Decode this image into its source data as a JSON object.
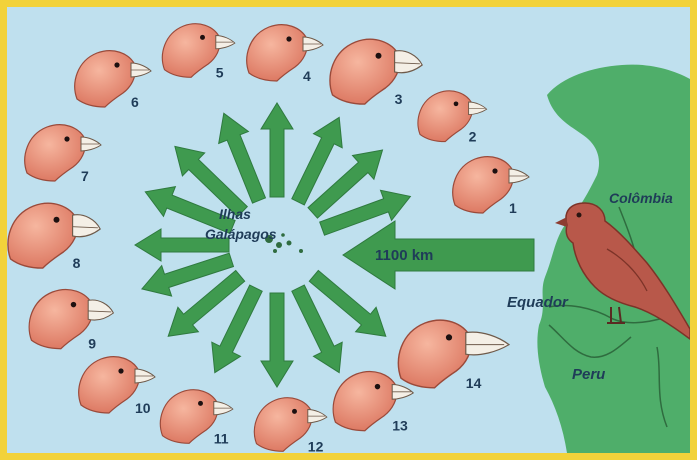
{
  "labels": {
    "islands_line1": "Ilhas",
    "islands_line2": "Galápagos",
    "distance": "1100 km",
    "colombia": "Colômbia",
    "ecuador": "Equador",
    "peru": "Peru"
  },
  "finch_numbers": [
    "1",
    "2",
    "3",
    "4",
    "5",
    "6",
    "7",
    "8",
    "9",
    "10",
    "11",
    "12",
    "13",
    "14"
  ],
  "colors": {
    "frame": "#f2d23a",
    "sea": "#bfe0ee",
    "land": "#4fae6a",
    "arrow": "#3f9a4f",
    "finch_head": "#e9927a",
    "mainland_bird": "#b8584a"
  }
}
